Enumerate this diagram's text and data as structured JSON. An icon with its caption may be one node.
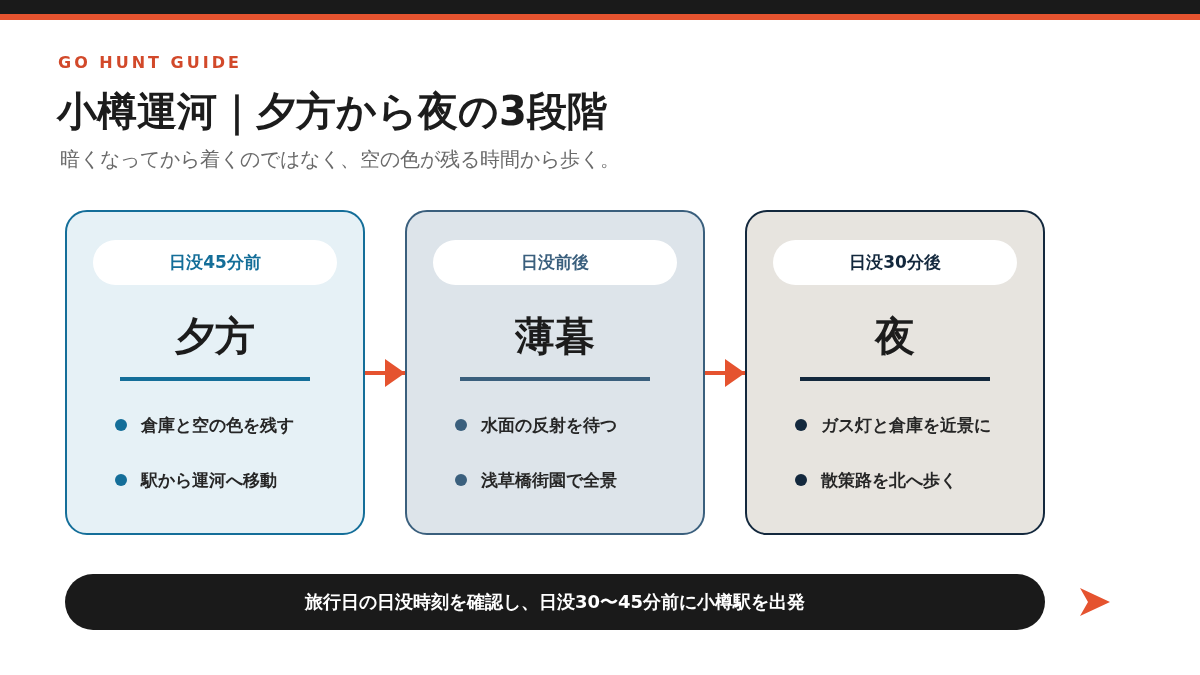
{
  "diagram": {
    "title": "小樽運河｜夕方から夜の3段階",
    "nodes": [
      {
        "text": [
          "夕方",
          "倉庫と空の色を残す",
          "駅から運河へ移動"
        ]
      },
      {
        "text": [
          "日没45分前"
        ],
        "in": 0
      },
      {
        "text": [
          "薄暮",
          "水面の反射を待つ",
          "浅草橋街園で全景"
        ]
      },
      {
        "text": [
          "日没前後"
        ],
        "in": 2
      },
      {
        "text": [
          "夜",
          "ガス灯と倉庫を近景に",
          "散策路を北へ歩く"
        ]
      },
      {
        "text": [
          "日没30分後"
        ],
        "in": 4
      },
      {
        "text": [
          "旅行日の日没時刻を確認し、日没30〜45分前に小樽駅を出発"
        ]
      }
    ],
    "edges": [
      {
        "from": 0,
        "to": 2,
        "arrow": "to"
      },
      {
        "from": 2,
        "to": 4,
        "arrow": "to"
      }
    ],
    "labels": [
      "GO HUNT GUIDE",
      "暗くなってから着くのではなく、空の色が残る時間から歩く。"
    ]
  }
}
